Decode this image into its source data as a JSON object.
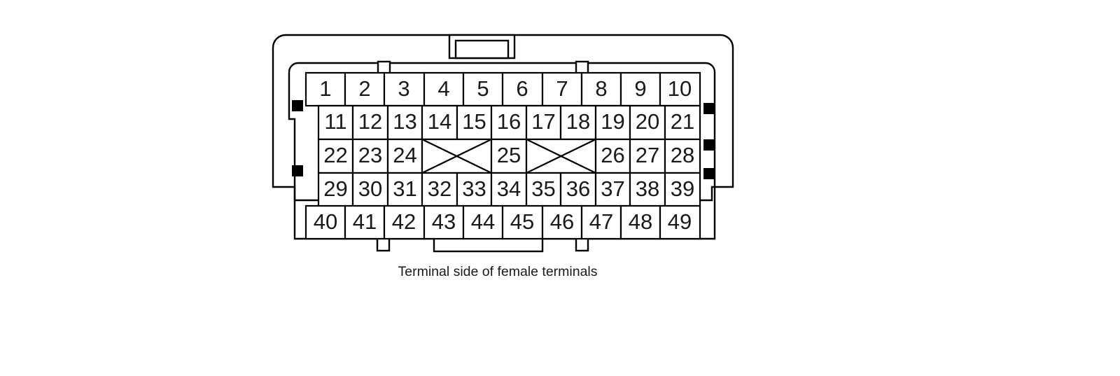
{
  "figure": {
    "kind": "automotive-connector-pinout",
    "caption": "Terminal side of female terminals",
    "colors": {
      "outline": "#000000",
      "cell_fill": "#ffffff",
      "text": "#1a1a1a",
      "tab_black": "#000000",
      "background": "#ffffff"
    }
  },
  "connector": {
    "total_pins": 49,
    "row_count": 5,
    "rows": [
      {
        "row_index": 1,
        "name": "row-1",
        "cell_count": 10,
        "cells": [
          {
            "label": "1",
            "type": "pin"
          },
          {
            "label": "2",
            "type": "pin"
          },
          {
            "label": "3",
            "type": "pin"
          },
          {
            "label": "4",
            "type": "pin"
          },
          {
            "label": "5",
            "type": "pin"
          },
          {
            "label": "6",
            "type": "pin"
          },
          {
            "label": "7",
            "type": "pin"
          },
          {
            "label": "8",
            "type": "pin"
          },
          {
            "label": "9",
            "type": "pin"
          },
          {
            "label": "10",
            "type": "pin"
          }
        ]
      },
      {
        "row_index": 2,
        "name": "row-2",
        "cell_count": 11,
        "cells": [
          {
            "label": "11",
            "type": "pin"
          },
          {
            "label": "12",
            "type": "pin"
          },
          {
            "label": "13",
            "type": "pin"
          },
          {
            "label": "14",
            "type": "pin"
          },
          {
            "label": "15",
            "type": "pin"
          },
          {
            "label": "16",
            "type": "pin"
          },
          {
            "label": "17",
            "type": "pin"
          },
          {
            "label": "18",
            "type": "pin"
          },
          {
            "label": "19",
            "type": "pin"
          },
          {
            "label": "20",
            "type": "pin"
          },
          {
            "label": "21",
            "type": "pin"
          }
        ]
      },
      {
        "row_index": 3,
        "name": "row-3",
        "cell_count": 9,
        "cells": [
          {
            "label": "22",
            "type": "pin",
            "span": 1
          },
          {
            "label": "23",
            "type": "pin",
            "span": 1
          },
          {
            "label": "24",
            "type": "pin",
            "span": 1
          },
          {
            "label": "",
            "type": "blank-crossed",
            "span": 2
          },
          {
            "label": "25",
            "type": "pin",
            "span": 1
          },
          {
            "label": "",
            "type": "blank-crossed",
            "span": 2
          },
          {
            "label": "26",
            "type": "pin",
            "span": 1
          },
          {
            "label": "27",
            "type": "pin",
            "span": 1
          },
          {
            "label": "28",
            "type": "pin",
            "span": 1
          }
        ]
      },
      {
        "row_index": 4,
        "name": "row-4",
        "cell_count": 11,
        "cells": [
          {
            "label": "29",
            "type": "pin"
          },
          {
            "label": "30",
            "type": "pin"
          },
          {
            "label": "31",
            "type": "pin"
          },
          {
            "label": "32",
            "type": "pin"
          },
          {
            "label": "33",
            "type": "pin"
          },
          {
            "label": "34",
            "type": "pin"
          },
          {
            "label": "35",
            "type": "pin"
          },
          {
            "label": "36",
            "type": "pin"
          },
          {
            "label": "37",
            "type": "pin"
          },
          {
            "label": "38",
            "type": "pin"
          },
          {
            "label": "39",
            "type": "pin"
          }
        ]
      },
      {
        "row_index": 5,
        "name": "row-5",
        "cell_count": 10,
        "cells": [
          {
            "label": "40",
            "type": "pin"
          },
          {
            "label": "41",
            "type": "pin"
          },
          {
            "label": "42",
            "type": "pin"
          },
          {
            "label": "43",
            "type": "pin"
          },
          {
            "label": "44",
            "type": "pin"
          },
          {
            "label": "45",
            "type": "pin"
          },
          {
            "label": "46",
            "type": "pin"
          },
          {
            "label": "47",
            "type": "pin"
          },
          {
            "label": "48",
            "type": "pin"
          },
          {
            "label": "49",
            "type": "pin"
          }
        ]
      }
    ],
    "housing_features": {
      "top_center_latch": 1,
      "top_notches": 2,
      "bottom_small_tabs": 2,
      "bottom_center_tab": 1,
      "left_locking_tabs": 2,
      "right_locking_tabs": 3
    }
  }
}
